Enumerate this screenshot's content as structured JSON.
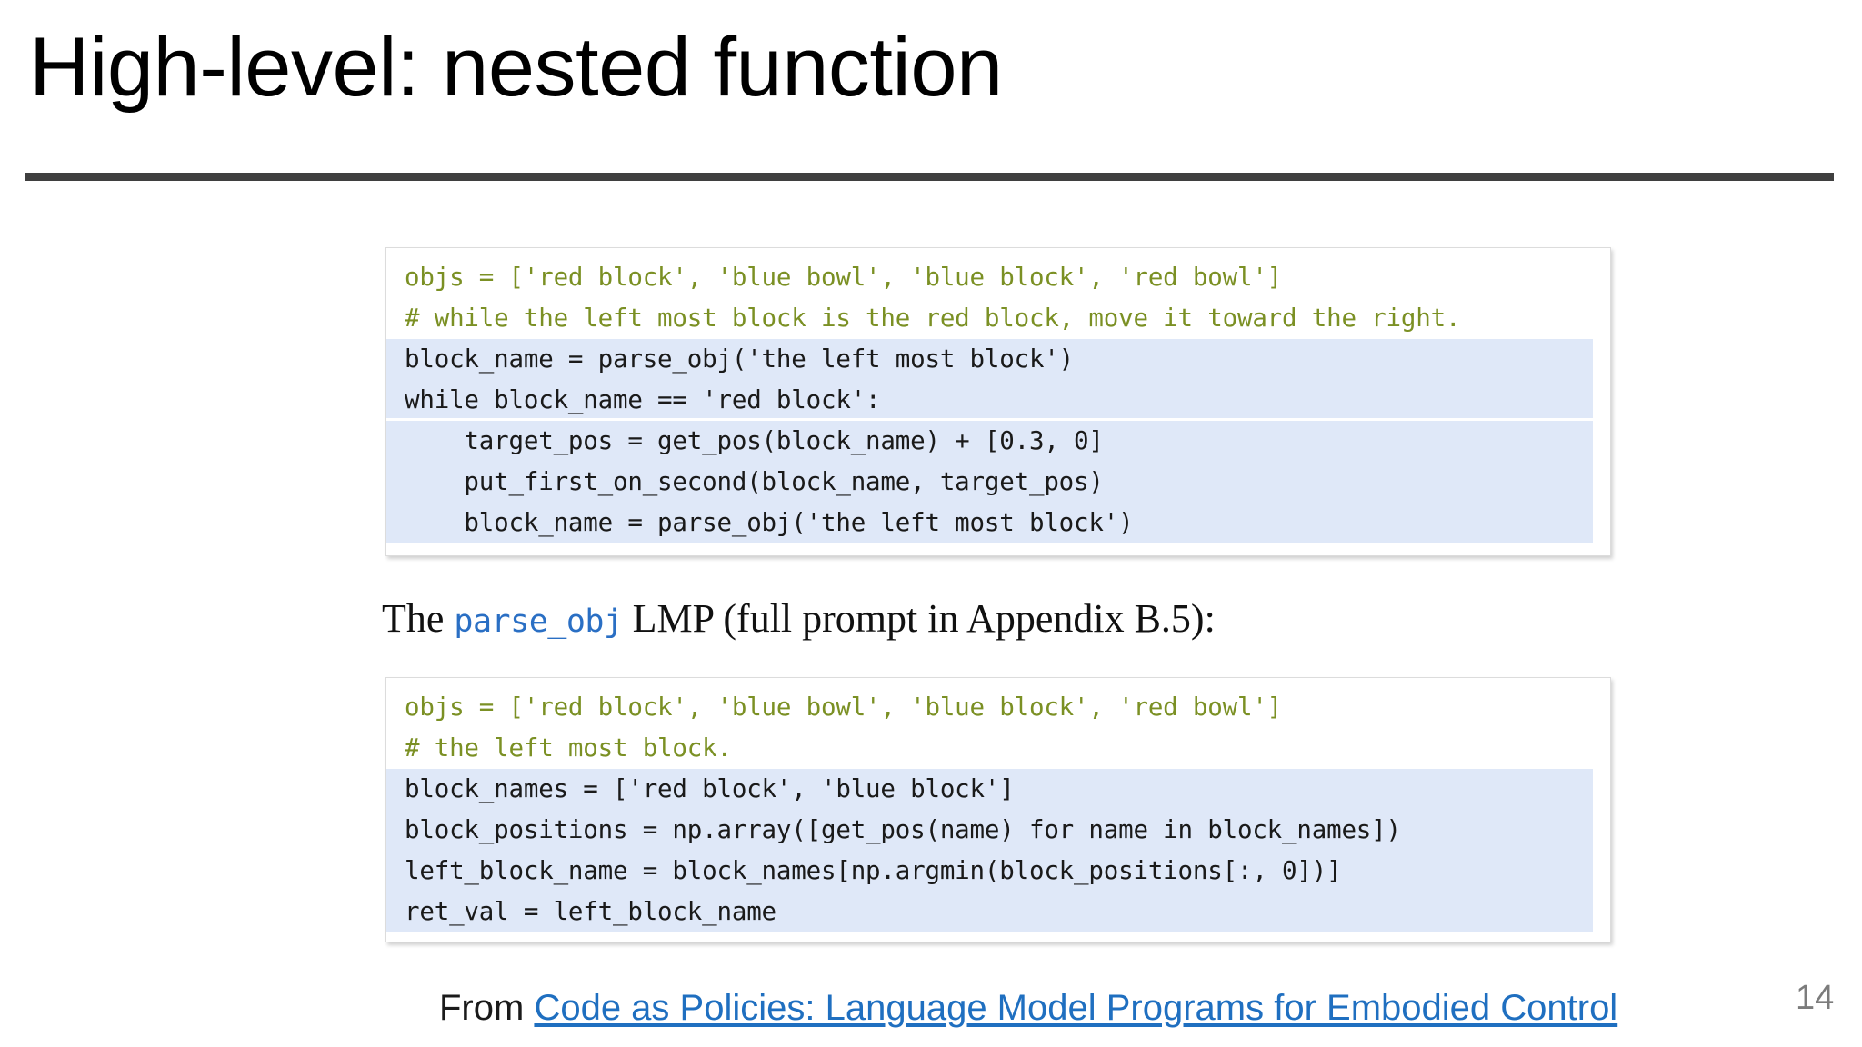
{
  "slide": {
    "title": "High-level: nested function",
    "page_number": "14"
  },
  "code_block_1": {
    "lines": [
      {
        "text": "objs = ['red block', 'blue bowl', 'blue block', 'red bowl']",
        "style": "comment"
      },
      {
        "text": "# while the left most block is the red block, move it toward the right.",
        "style": "comment"
      },
      {
        "text": "block_name = parse_obj('the left most block')",
        "style": "highlight"
      },
      {
        "text": "while block_name == 'red block':",
        "style": "highlight"
      },
      {
        "text": "    target_pos = get_pos(block_name) + [0.3, 0]",
        "style": "highlight-gap"
      },
      {
        "text": "    put_first_on_second(block_name, target_pos)",
        "style": "highlight"
      },
      {
        "text": "    block_name = parse_obj('the left most block')",
        "style": "highlight"
      }
    ]
  },
  "caption": {
    "prefix": "The ",
    "code_term": "parse_obj",
    "suffix": " LMP (full prompt in Appendix B.5):"
  },
  "code_block_2": {
    "lines": [
      {
        "text": "objs = ['red block', 'blue bowl', 'blue block', 'red bowl']",
        "style": "comment"
      },
      {
        "text": "# the left most block.",
        "style": "comment"
      },
      {
        "text": "block_names = ['red block', 'blue block']",
        "style": "highlight"
      },
      {
        "text": "block_positions = np.array([get_pos(name) for name in block_names])",
        "style": "highlight"
      },
      {
        "text": "left_block_name = block_names[np.argmin(block_positions[:, 0])]",
        "style": "highlight"
      },
      {
        "text": "ret_val = left_block_name",
        "style": "highlight"
      }
    ]
  },
  "footer": {
    "prefix": "From ",
    "link_text": "Code as Policies: Language Model Programs for Embodied Control"
  },
  "colors": {
    "comment_green": "#7b9024",
    "highlight_blue": "#dfe8f8",
    "link_blue": "#1f6fc0",
    "caption_code_blue": "#2a6fc4",
    "rule_gray": "#3f3f3f",
    "page_number_gray": "#7c7c7c"
  }
}
